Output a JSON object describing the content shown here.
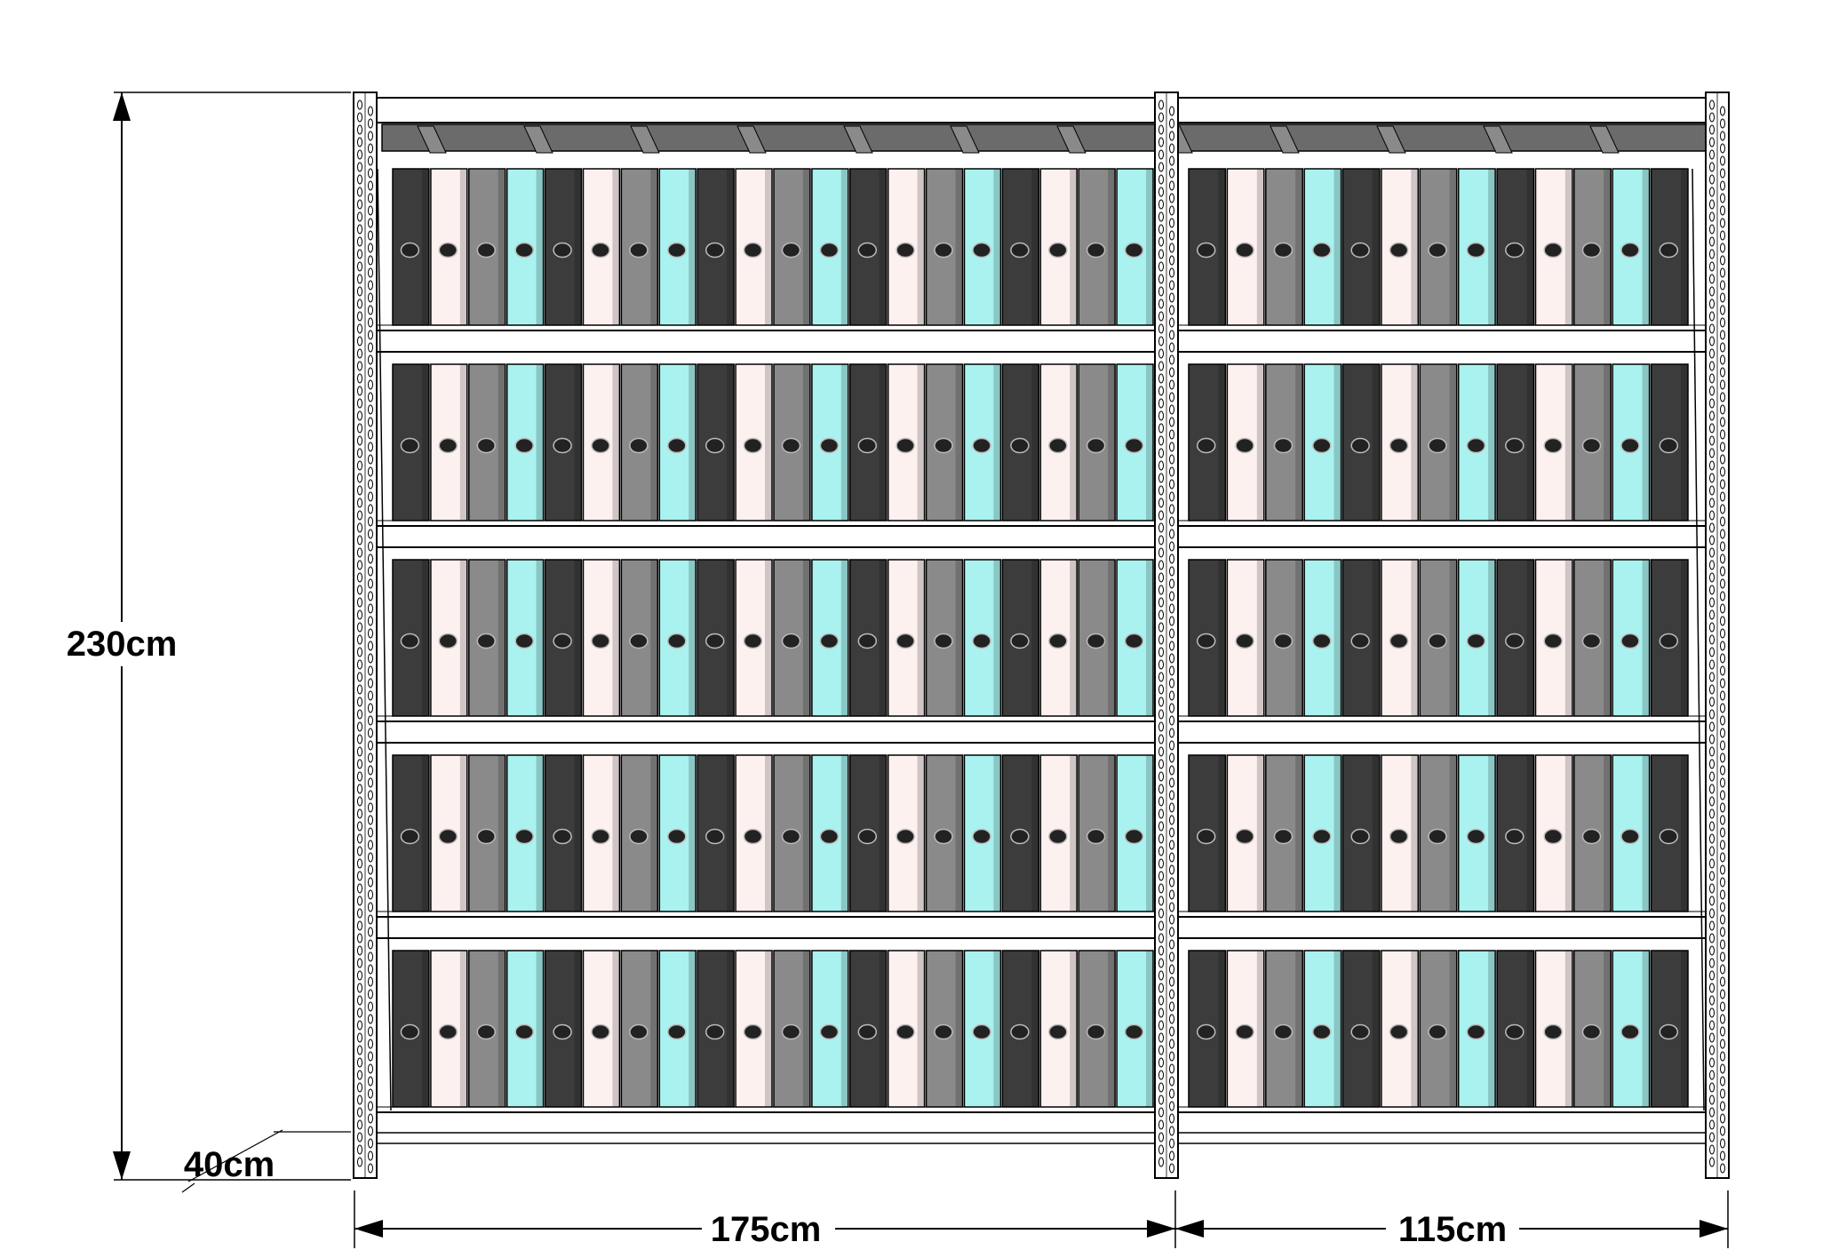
{
  "dimensions": {
    "height_label": "230cm",
    "depth_label": "40cm",
    "width_left_label": "175cm",
    "width_right_label": "115cm"
  },
  "shelving": {
    "bays": [
      {
        "name": "left-bay",
        "binder_count_per_shelf": 20
      },
      {
        "name": "right-bay",
        "binder_count_per_shelf": 13
      }
    ],
    "shelf_levels": 5,
    "binder_colors": [
      "#3c3c3c",
      "#fdf1f0",
      "#8a8a8a",
      "#a9f2ef"
    ],
    "frame_color": "#ffffff",
    "line_color": "#000000",
    "deck_color": "#6b6b6b"
  }
}
